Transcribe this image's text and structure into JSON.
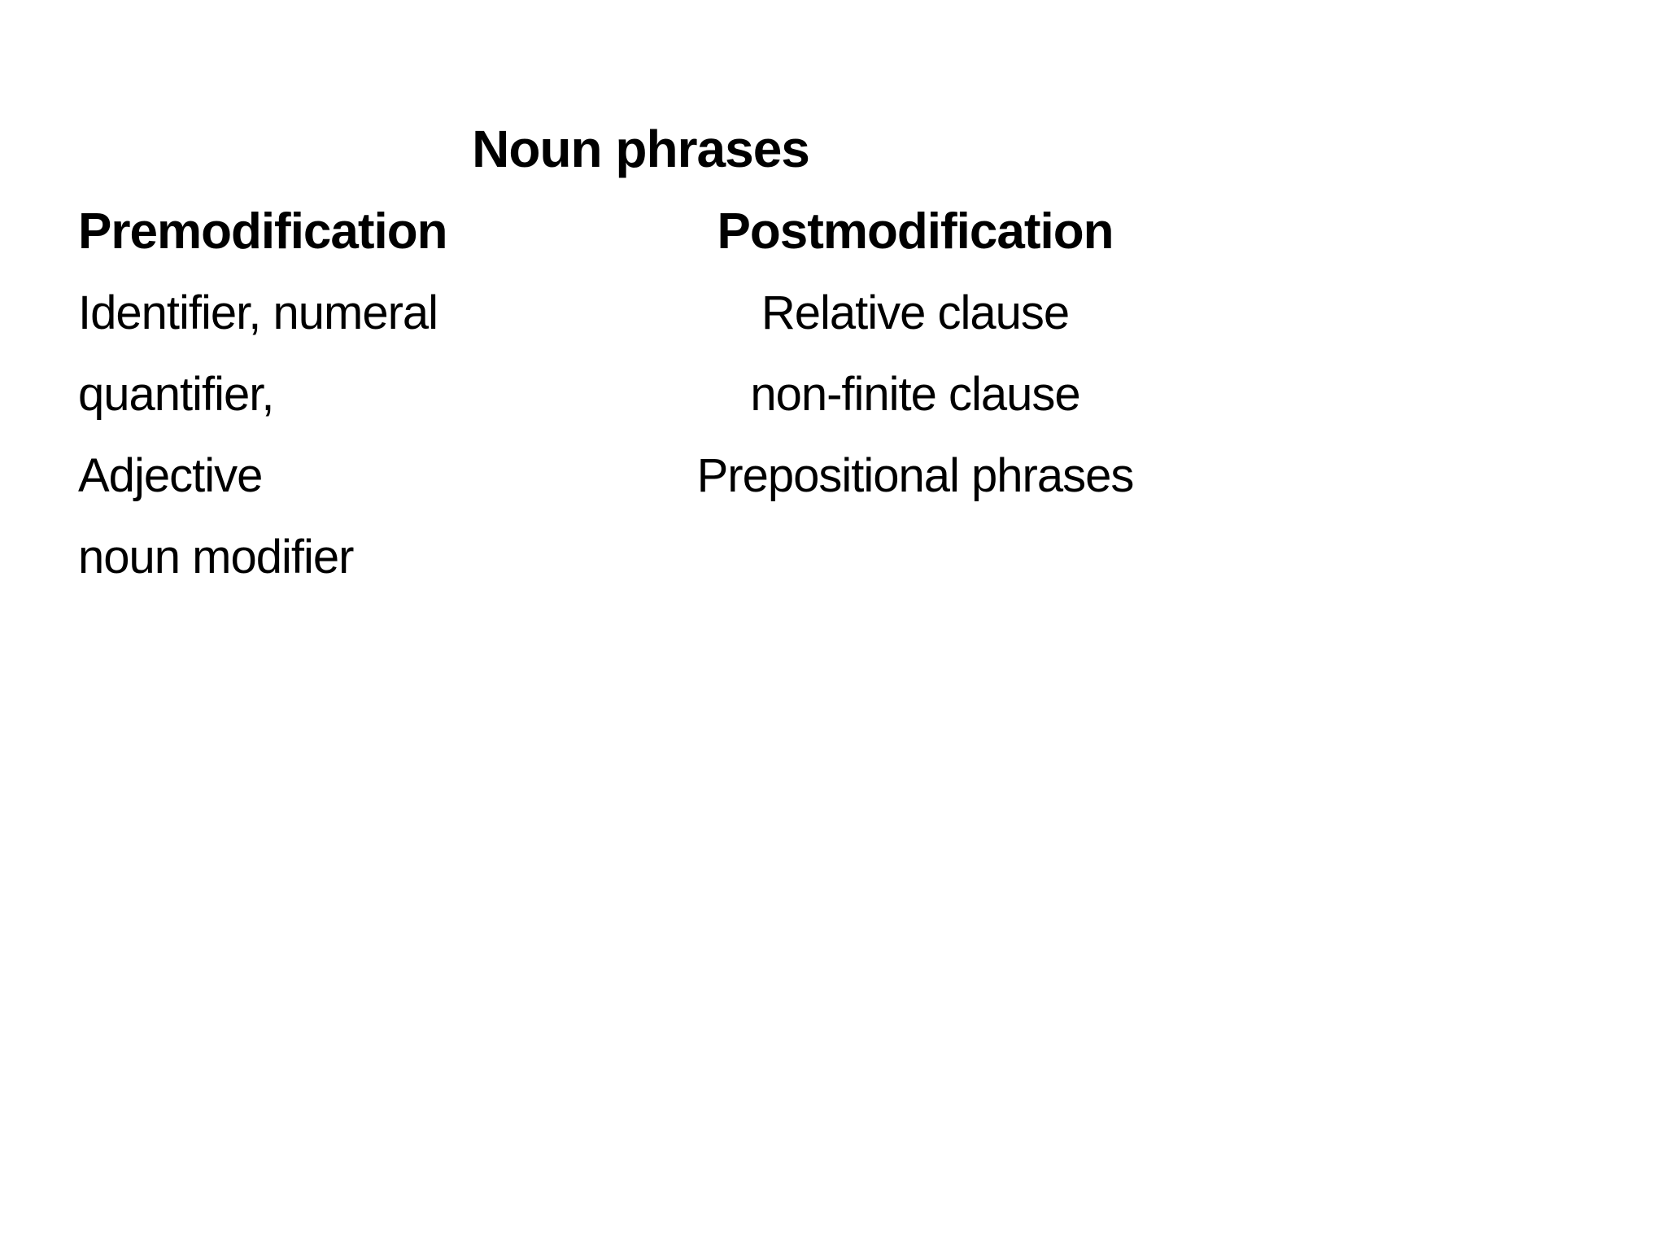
{
  "slide": {
    "title": "Noun phrases",
    "columns": {
      "left": {
        "header": "Premodification",
        "items": [
          "Identifier, numeral",
          "quantifier,",
          "Adjective",
          "noun modifier"
        ]
      },
      "right": {
        "header": "Postmodification",
        "items": [
          "Relative clause",
          "non-finite clause",
          "Prepositional phrases"
        ]
      }
    },
    "colors": {
      "background": "#ffffff",
      "text": "#000000"
    }
  }
}
